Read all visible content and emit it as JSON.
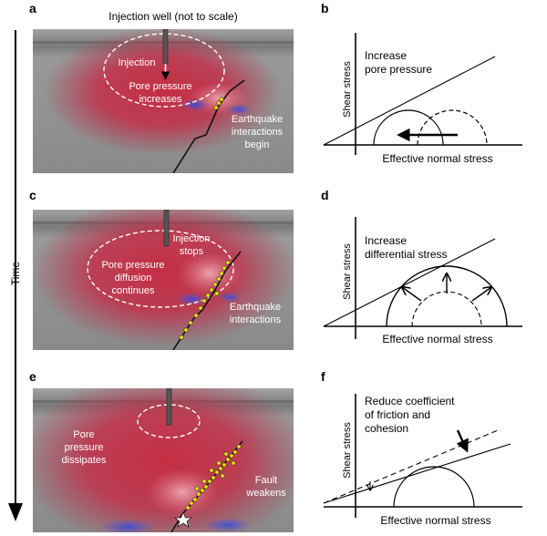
{
  "header": {
    "injection_well": "Injection well (not to scale)"
  },
  "time_axis": {
    "label": "Time"
  },
  "panels": {
    "a": {
      "letter": "a",
      "injection": "Injection",
      "pore1": "Pore pressure",
      "pore2": "increases",
      "eq1": "Earthquake",
      "eq2": "interactions",
      "eq3": "begin"
    },
    "b": {
      "letter": "b",
      "note1": "Increase",
      "note2": "pore pressure",
      "ylabel": "Shear stress",
      "xlabel": "Effective normal stress"
    },
    "c": {
      "letter": "c",
      "stop1": "Injection",
      "stop2": "stops",
      "pd1": "Pore pressure",
      "pd2": "diffusion",
      "pd3": "continues",
      "eq1": "Earthquake",
      "eq2": "interactions"
    },
    "d": {
      "letter": "d",
      "note1": "Increase",
      "note2": "differential stress",
      "ylabel": "Shear stress",
      "xlabel": "Effective normal stress"
    },
    "e": {
      "letter": "e",
      "p1": "Pore",
      "p2": "pressure",
      "p3": "dissipates",
      "f1": "Fault",
      "f2": "weakens"
    },
    "f": {
      "letter": "f",
      "note1": "Reduce coefficient",
      "note2": "of friction and",
      "note3": "cohesion",
      "ylabel": "Shear stress",
      "xlabel": "Effective normal stress"
    }
  },
  "colors": {
    "ground": "#8e8e8e",
    "pressure": "#c8283e",
    "fault": "#111111",
    "seismicity": "#f0e000",
    "lobes": "#4a5ad8",
    "background": "#ffffff"
  }
}
